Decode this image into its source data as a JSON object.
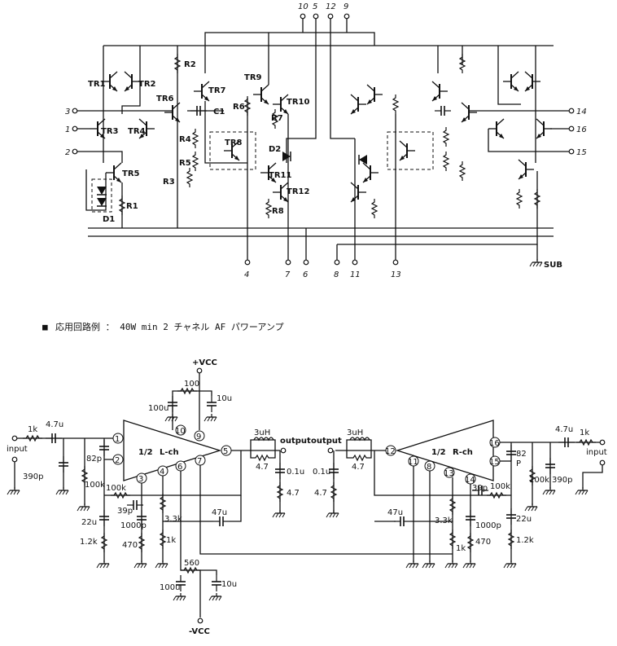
{
  "schematic_top": {
    "top_pins": [
      "10",
      "5",
      "12",
      "9"
    ],
    "left_pins": [
      "3",
      "1",
      "2"
    ],
    "right_pins": [
      "14",
      "16",
      "15"
    ],
    "bottom_pins": [
      "4",
      "7",
      "6",
      "8",
      "11",
      "13"
    ],
    "sub_label": "SUB",
    "transistors": [
      "TR1",
      "TR2",
      "TR3",
      "TR4",
      "TR5",
      "TR6",
      "TR7",
      "TR8",
      "TR9",
      "TR10",
      "TR11",
      "TR12"
    ],
    "resistors": [
      "R1",
      "R2",
      "R3",
      "R4",
      "R5",
      "R6",
      "R7",
      "R8"
    ],
    "capacitor": "C1",
    "diodes": [
      "D1",
      "D2"
    ]
  },
  "caption": {
    "bullet": "■",
    "text": "応用回路例 ： 40W min 2 チャネル AF パワーアンプ"
  },
  "app_circuit": {
    "vcc_pos": "+VCC",
    "vcc_neg": "-VCC",
    "l_amp": {
      "fraction": "1/2",
      "label": "L-ch",
      "pins": [
        "1",
        "2",
        "3",
        "4",
        "6",
        "7",
        "5",
        "9",
        "10"
      ]
    },
    "r_amp": {
      "fraction": "1/2",
      "label": "R-ch",
      "pins": [
        "16",
        "15",
        "14",
        "13",
        "8",
        "11",
        "12"
      ]
    },
    "left_parts": {
      "input": "input",
      "r_in": "1k",
      "c_in": "4.7u",
      "c_shunt": "390p",
      "r_bias": "100k",
      "c_comp": "82p",
      "r_fb": "100k",
      "c_fb": "22u",
      "r_fb2": "1.2k",
      "c_39": "39p",
      "c_1000": "1000p",
      "r_470": "470",
      "r_33": "3.3k",
      "r_1k": "1k",
      "c_47": "47u",
      "r_100": "100",
      "c_100u": "100u",
      "c_10u": "10u",
      "r_560": "560",
      "c_100u_b": "100u",
      "c_10u_b": "10u"
    },
    "left_out": {
      "l": "3uH",
      "r": "4.7",
      "output": "output",
      "c": "0.1u",
      "r2": "4.7"
    },
    "right_out": {
      "l": "3uH",
      "r": "4.7",
      "output": "output",
      "c": "0.1u",
      "r2": "4.7"
    },
    "right_parts": {
      "input": "input",
      "r_in": "1k",
      "c_in": "4.7u",
      "c_shunt": "390p",
      "r_bias": "100k",
      "c_comp": "82",
      "c_comp_p": "P",
      "r_fb": "100k",
      "c_fb": "22u",
      "r_fb2": "1.2k",
      "c_39": "39p",
      "c_1000": "1000p",
      "r_470": "470",
      "r_33": "3.3k",
      "r_1k": "1k",
      "c_47": "47u"
    }
  }
}
